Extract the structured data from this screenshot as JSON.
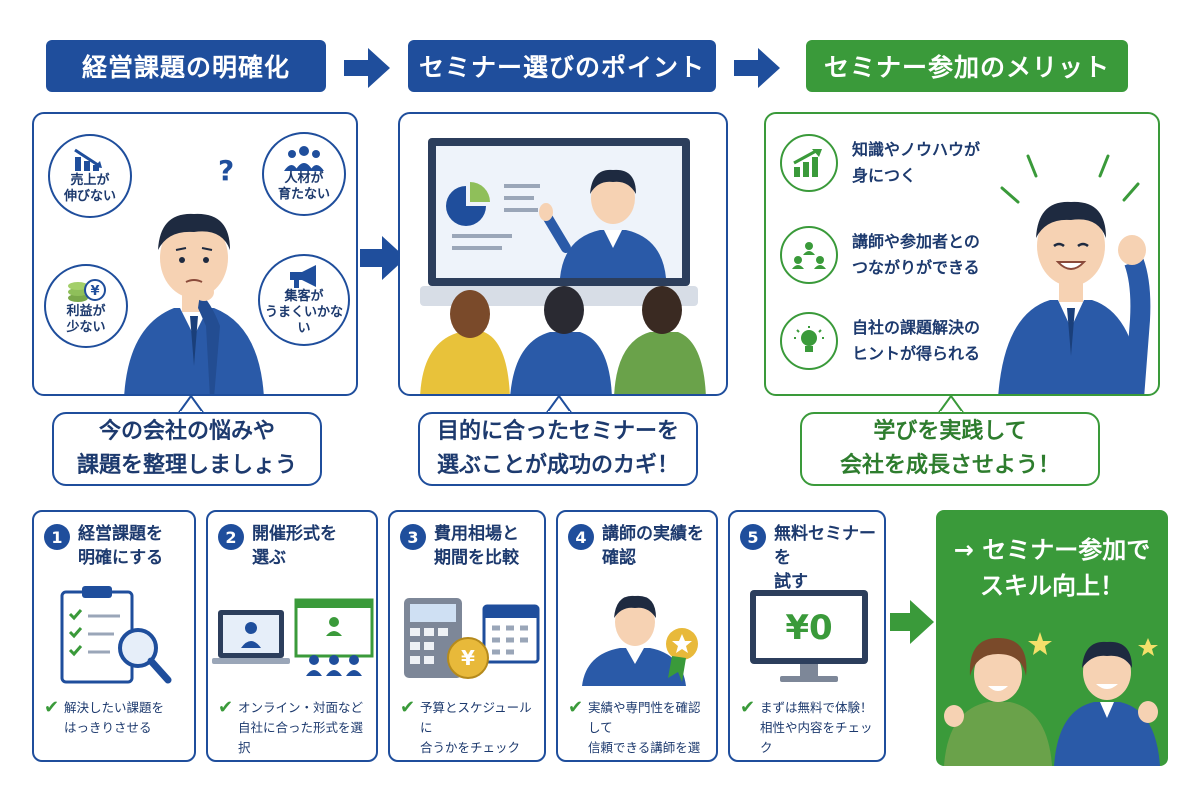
{
  "headers": {
    "h1": "経営課題の明確化",
    "h2": "セミナー選びのポイント",
    "h3": "セミナー参加のメリット"
  },
  "panel1": {
    "issues": [
      {
        "line1": "売上が",
        "line2": "伸びない",
        "icon": "chart-down-icon"
      },
      {
        "line1": "人材が",
        "line2": "育たない",
        "icon": "people-icon"
      },
      {
        "line1": "利益が",
        "line2": "少ない",
        "icon": "coins-yen-icon"
      },
      {
        "line1": "集客が",
        "line2": "うまくいかない",
        "icon": "megaphone-icon"
      }
    ],
    "question_mark": "?",
    "bubble_line1": "今の会社の悩みや",
    "bubble_line2": "課題を整理しましょう"
  },
  "panel2": {
    "bubble_line1": "目的に合ったセミナーを",
    "bubble_line2": "選ぶことが成功のカギ！"
  },
  "panel3": {
    "merits": [
      {
        "line1": "知識やノウハウが",
        "line2": "身につく",
        "icon": "growth-chart-icon"
      },
      {
        "line1": "講師や参加者との",
        "line2": "つながりができる",
        "icon": "network-people-icon"
      },
      {
        "line1": "自社の課題解決の",
        "line2": "ヒントが得られる",
        "icon": "lightbulb-icon"
      }
    ],
    "bubble_line1": "学びを実践して",
    "bubble_line2": "会社を成長させよう！"
  },
  "steps": [
    {
      "num": "1",
      "title1": "経営課題を",
      "title2": "明確にする",
      "note1": "解決したい課題を",
      "note2": "はっきりさせる"
    },
    {
      "num": "2",
      "title1": "開催形式を",
      "title2": "選ぶ",
      "note1": "オンライン・対面など",
      "note2": "自社に合った形式を選択"
    },
    {
      "num": "3",
      "title1": "費用相場と",
      "title2": "期間を比較",
      "note1": "予算とスケジュールに",
      "note2": "合うかをチェック"
    },
    {
      "num": "4",
      "title1": "講師の実績を",
      "title2": "確認",
      "note1": "実績や専門性を確認して",
      "note2": "信頼できる講師を選ぶ"
    },
    {
      "num": "5",
      "title1": "無料セミナーを",
      "title2": "試す",
      "note1": "まずは無料で体験！",
      "note2": "相性や内容をチェック"
    }
  ],
  "step3_yen": "¥",
  "step5_price": "¥0",
  "final": {
    "line1": "→ セミナー参加で",
    "line2": "スキル向上！"
  },
  "colors": {
    "blue": "#1f4e9c",
    "green": "#3a9a3a",
    "navy_text": "#1d3a6e"
  }
}
